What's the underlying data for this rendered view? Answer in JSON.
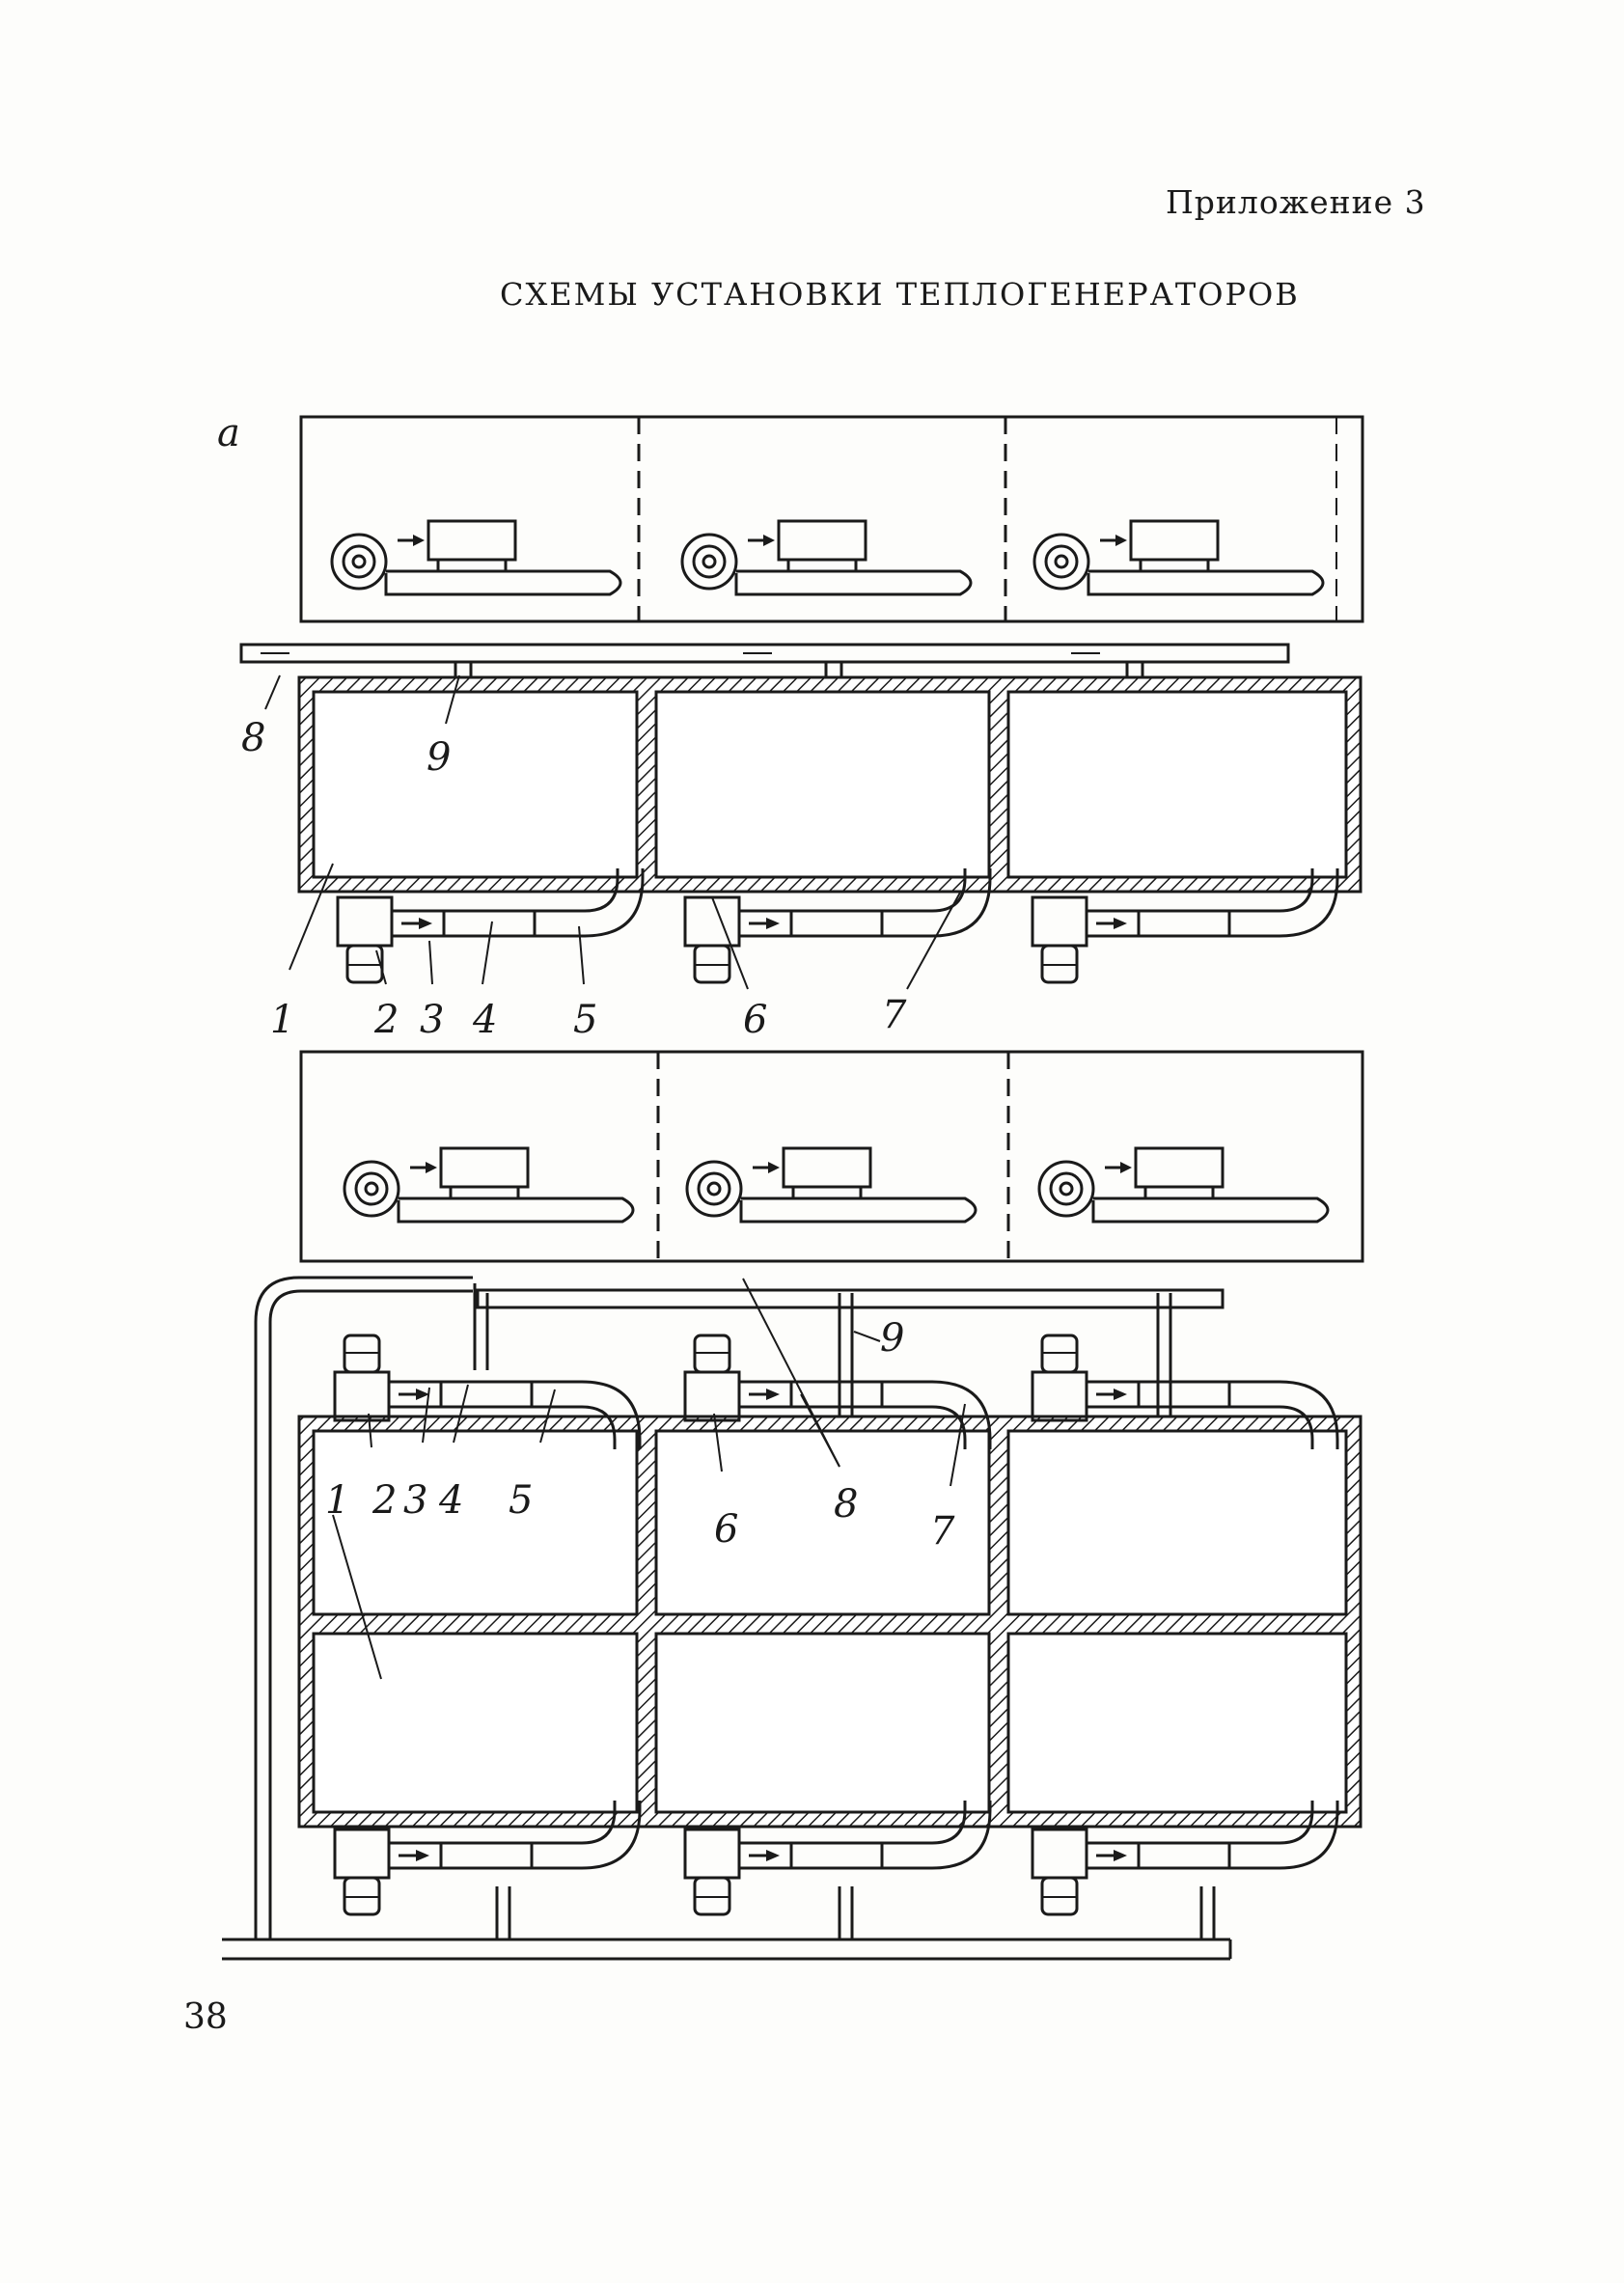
{
  "header": {
    "appendix": "Приложение 3",
    "title": "СХЕМЫ УСТАНОВКИ ТЕПЛОГЕНЕРАТОРОВ"
  },
  "diagram": {
    "variant_label": "а",
    "top_labels": [
      "8",
      "9",
      "1",
      "2",
      "3",
      "4",
      "5",
      "6",
      "7"
    ],
    "bottom_labels": [
      "9",
      "1",
      "2",
      "3",
      "4",
      "5",
      "6",
      "8",
      "7"
    ]
  },
  "footer": {
    "page_number": "38"
  }
}
